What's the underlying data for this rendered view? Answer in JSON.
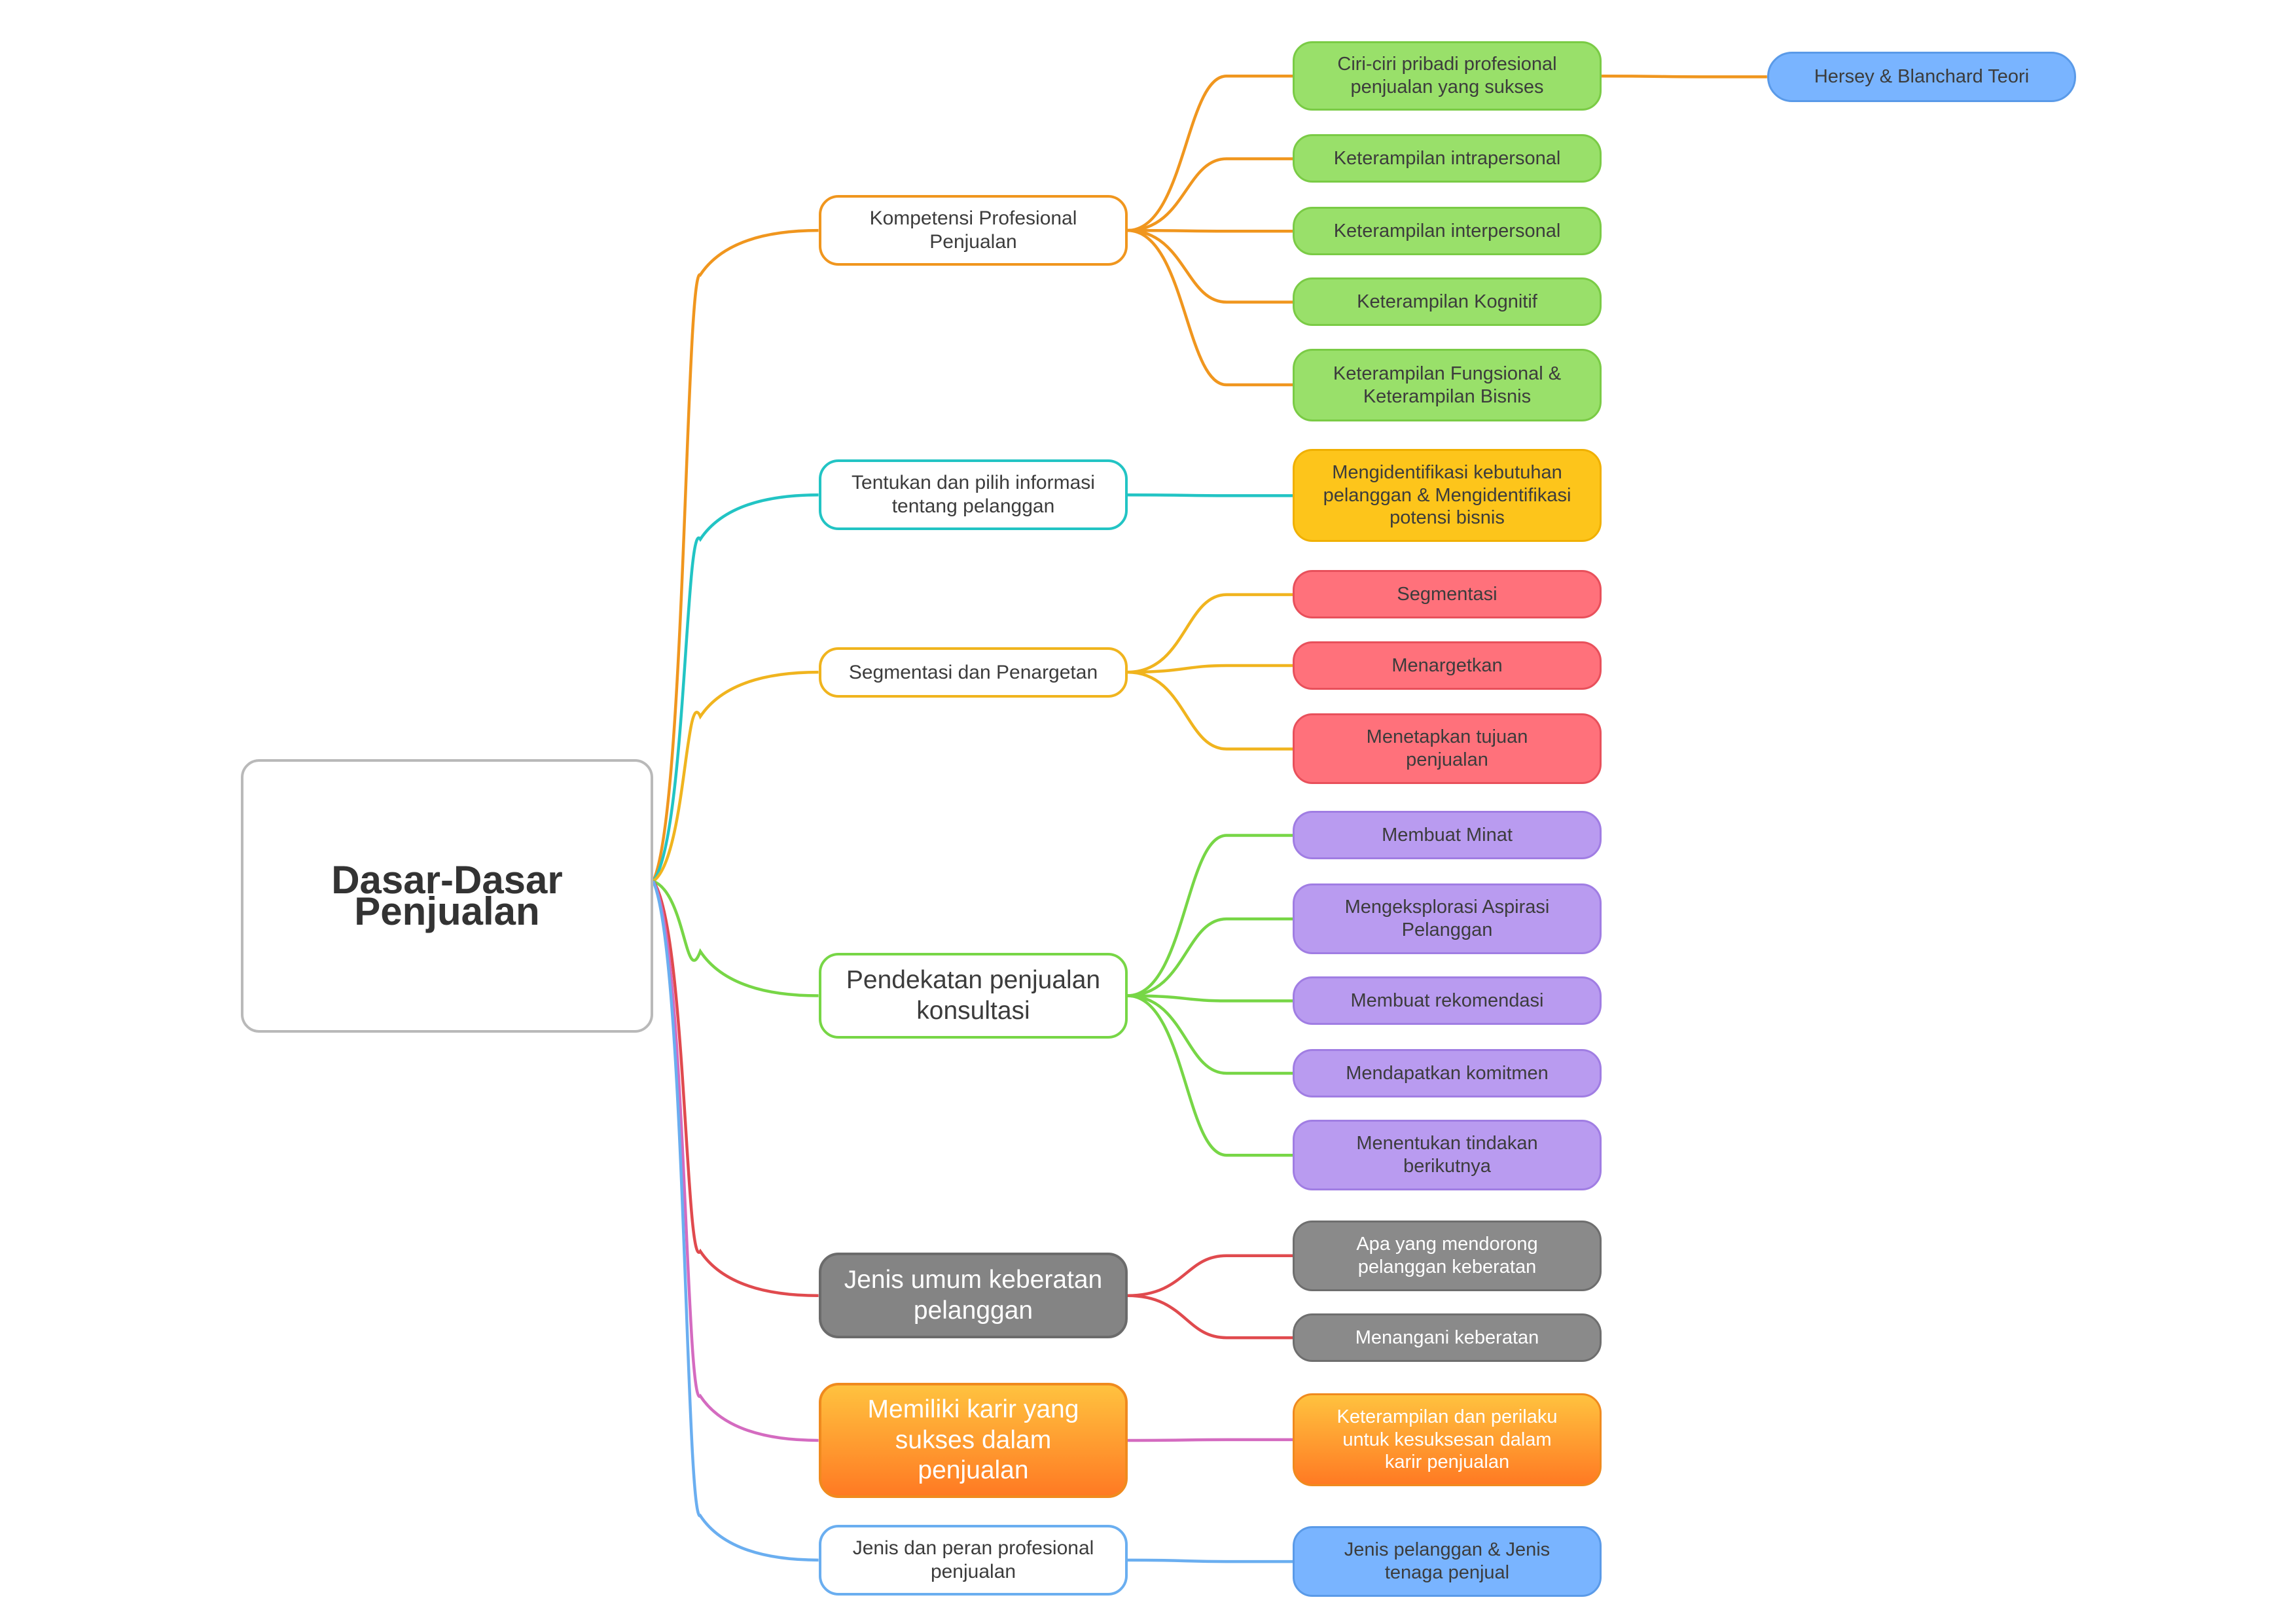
{
  "root": {
    "label": "Dasar-Dasar\nPenjualan"
  },
  "branches": [
    {
      "label": "Kompetensi Profesional\nPenjualan",
      "color": "#f0961e",
      "children": [
        {
          "label": "Ciri-ciri pribadi profesional\npenjualan yang sukses",
          "fill": "#99e06a",
          "border": "#7acb45",
          "children": [
            {
              "label": "Hersey & Blanchard Teori",
              "fill": "#79b4ff",
              "border": "#5a9ae8"
            }
          ]
        },
        {
          "label": "Keterampilan intrapersonal",
          "fill": "#99e06a",
          "border": "#7acb45"
        },
        {
          "label": "Keterampilan interpersonal",
          "fill": "#99e06a",
          "border": "#7acb45"
        },
        {
          "label": "Keterampilan Kognitif",
          "fill": "#99e06a",
          "border": "#7acb45"
        },
        {
          "label": "Keterampilan Fungsional &\nKeterampilan Bisnis",
          "fill": "#99e06a",
          "border": "#7acb45"
        }
      ]
    },
    {
      "label": "Tentukan dan pilih informasi\ntentang  pelanggan",
      "color": "#22c4c4",
      "children": [
        {
          "label": "Mengidentifikasi kebutuhan\npelanggan & Mengidentifikasi\npotensi bisnis",
          "fill": "#fdc51b",
          "border": "#f0b000"
        }
      ]
    },
    {
      "label": "Segmentasi dan Penargetan",
      "color": "#f0b41e",
      "children": [
        {
          "label": "Segmentasi",
          "fill": "#ff717b",
          "border": "#e8505b"
        },
        {
          "label": "Menargetkan",
          "fill": "#ff717b",
          "border": "#e8505b"
        },
        {
          "label": "Menetapkan tujuan\npenjualan",
          "fill": "#ff717b",
          "border": "#e8505b"
        }
      ]
    },
    {
      "label": "Pendekatan penjualan\nkonsultasi",
      "color": "#77d646",
      "children": [
        {
          "label": "Membuat Minat",
          "fill": "#b99bf0",
          "border": "#a07de3"
        },
        {
          "label": "Mengeksplorasi Aspirasi\nPelanggan",
          "fill": "#b99bf0",
          "border": "#a07de3"
        },
        {
          "label": "Membuat rekomendasi",
          "fill": "#b99bf0",
          "border": "#a07de3"
        },
        {
          "label": "Mendapatkan komitmen",
          "fill": "#b99bf0",
          "border": "#a07de3"
        },
        {
          "label": "Menentukan tindakan\nberikutnya",
          "fill": "#b99bf0",
          "border": "#a07de3"
        }
      ]
    },
    {
      "label": "Jenis umum keberatan\npelanggan",
      "color": "#e04a4e",
      "fill": "#848484",
      "box_border": "#6b6b6b",
      "children": [
        {
          "label": "Apa yang mendorong\npelanggan keberatan",
          "fill": "#8a8a8a",
          "border": "#6e6e6e"
        },
        {
          "label": "Menangani keberatan",
          "fill": "#8a8a8a",
          "border": "#6e6e6e"
        }
      ]
    },
    {
      "label": "Memiliki karir yang\nsukses dalam\npenjualan",
      "color": "#d46bc0",
      "fill_top": "#ffc23f",
      "fill_bottom": "#ff7a23",
      "box_border": "#f08a1e",
      "children": [
        {
          "label": "Keterampilan dan perilaku\nuntuk kesuksesan dalam\nkarir penjualan",
          "fill_top": "#ffc23f",
          "fill_bottom": "#ff7a23",
          "border": "#f08a1e"
        }
      ]
    },
    {
      "label": "Jenis dan peran profesional\npenjualan",
      "color": "#6aaef0",
      "children": [
        {
          "label": "Jenis pelanggan & Jenis\ntenaga penjual",
          "fill": "#79b4ff",
          "border": "#5a9ae8"
        }
      ]
    }
  ]
}
